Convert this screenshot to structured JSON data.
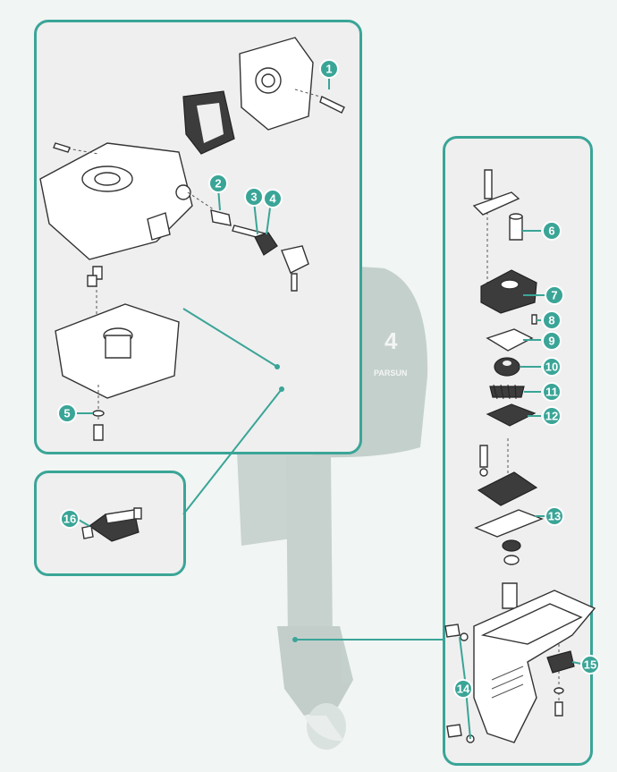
{
  "diagram": {
    "engine_brand_text": "PARSUN",
    "engine_model_text": "4",
    "callouts": [
      {
        "id": "callout-1",
        "label": "1"
      },
      {
        "id": "callout-2",
        "label": "2"
      },
      {
        "id": "callout-3",
        "label": "3"
      },
      {
        "id": "callout-4",
        "label": "4"
      },
      {
        "id": "callout-5",
        "label": "5"
      },
      {
        "id": "callout-6",
        "label": "6"
      },
      {
        "id": "callout-7",
        "label": "7"
      },
      {
        "id": "callout-8",
        "label": "8"
      },
      {
        "id": "callout-9",
        "label": "9"
      },
      {
        "id": "callout-10",
        "label": "10"
      },
      {
        "id": "callout-11",
        "label": "11"
      },
      {
        "id": "callout-12",
        "label": "12"
      },
      {
        "id": "callout-13",
        "label": "13"
      },
      {
        "id": "callout-14",
        "label": "14"
      },
      {
        "id": "callout-15",
        "label": "15"
      },
      {
        "id": "callout-16",
        "label": "16"
      }
    ],
    "colors": {
      "accent": "#3aa597",
      "panel": "#efefef",
      "engine": "#c5d0cd"
    }
  }
}
